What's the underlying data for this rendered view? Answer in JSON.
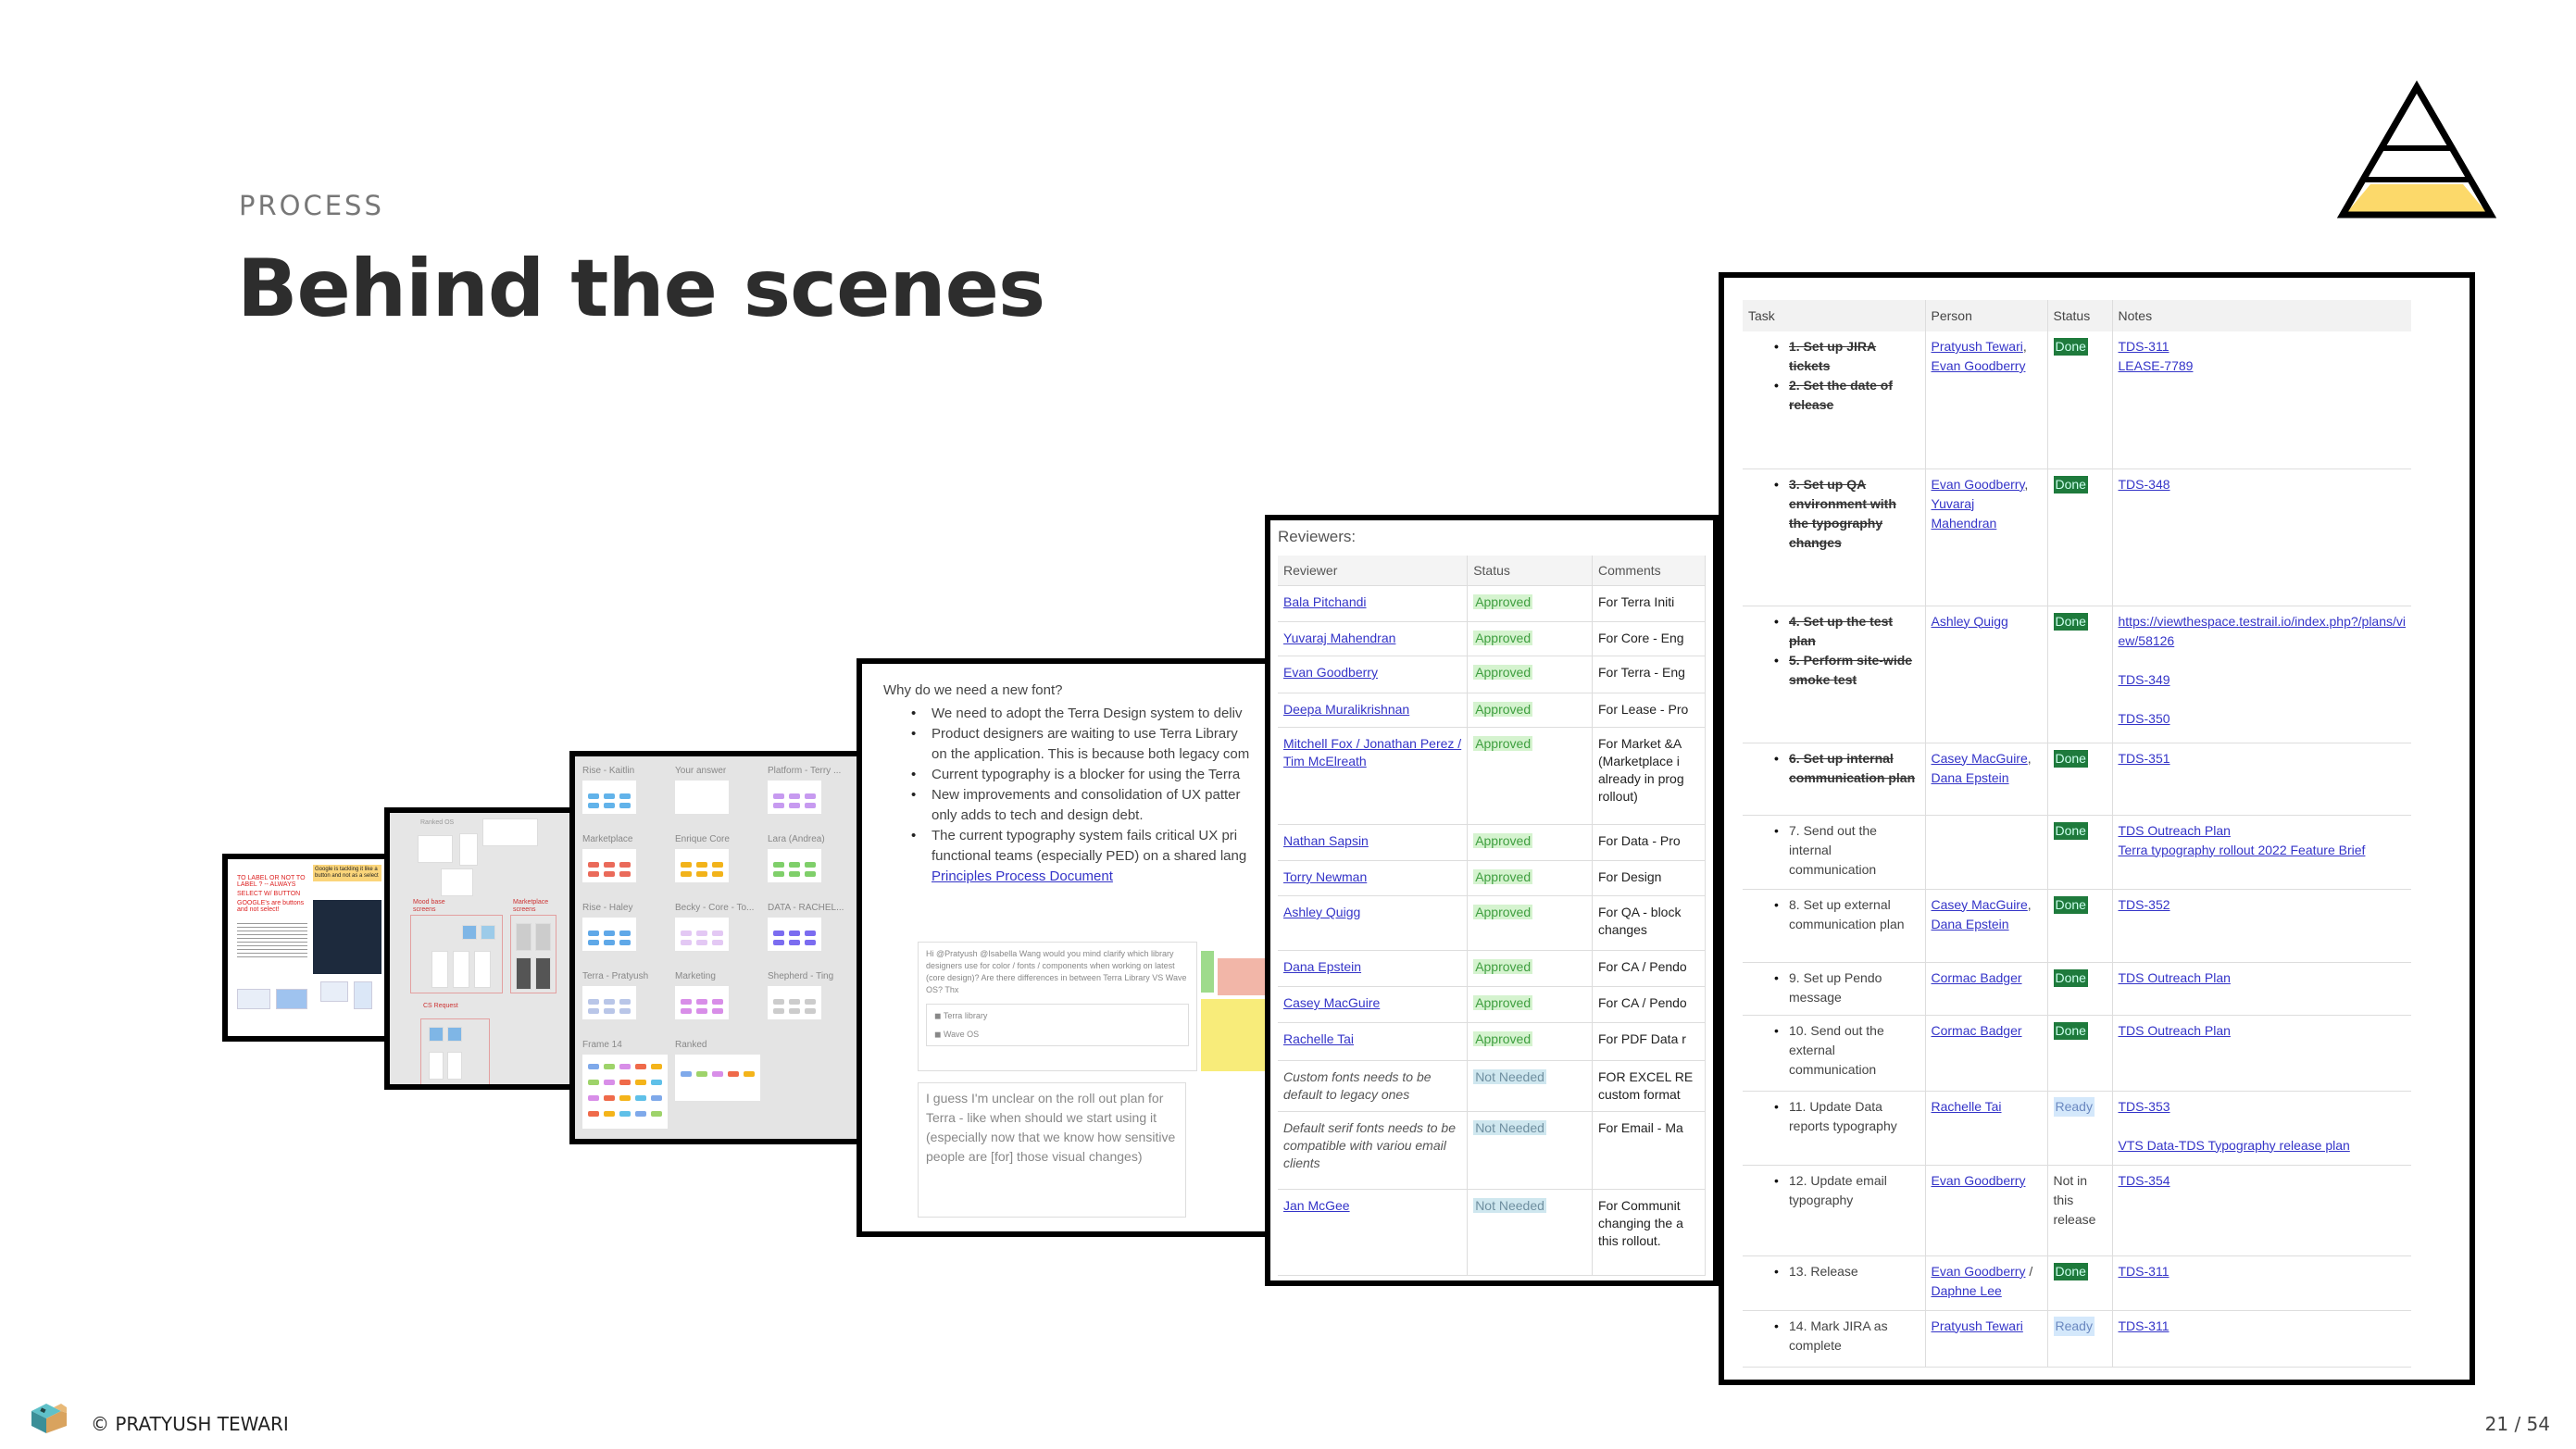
{
  "header": {
    "eyebrow": "PROCESS",
    "title": "Behind the scenes"
  },
  "footer": {
    "copyright": "© PRATYUSH TEWARI",
    "page": "21 / 54"
  },
  "colors": {
    "logo_fill": "#fcd96a",
    "done": "#1e7a3c",
    "ready": "#d4e8fb",
    "approved": "#d5f3cf",
    "not_needed": "#cfe7ef",
    "link": "#3434c8"
  },
  "panel_label_doc": {
    "heading": "TO LABEL OR NOT TO LABEL ? -- ALWAYS",
    "line2": "SELECT W/ BUTTON",
    "line3": "GOOGLE's are buttons and not select!",
    "note": "Google is tackling it like a button and not as a select"
  },
  "panel_sketches": {
    "groups": [
      "Ranked OS",
      "Mood base screens",
      "Marketplace screens",
      "CS Request"
    ]
  },
  "panel_board": {
    "labels": [
      "Rise - Kaitlin",
      "Your answer",
      "Platform - Terry ...",
      "Marketplace",
      "Enrique Core",
      "Lara (Andrea)",
      "Rise - Haley",
      "Becky - Core - To...",
      "DATA - RACHEL...",
      "Terra - Pratyush",
      "Marketing",
      "Shepherd - Ting",
      "Frame 14",
      "Ranked"
    ]
  },
  "font_doc": {
    "question": "Why do we need a new font?",
    "bullets": [
      "We need to adopt the Terra Design system to deliv",
      "Product designers are waiting to use Terra Library on the application. This is because both legacy com",
      "Current typography is a blocker for using the Terra",
      "New improvements and consolidation of UX patter only adds to tech and design debt.",
      "The current typography system fails critical UX pri functional teams (especially PED) on a shared lang"
    ],
    "link": "Principles Process Document",
    "comment1": "Hi @Pratyush @Isabella Wang would you mind clarify which library designers use for color / fonts / components when working on latest (core design)? Are there differences in between Terra Library VS Wave OS? Thx",
    "comment1_items": [
      "Terra library",
      "Wave OS"
    ],
    "comment2": "I guess I'm unclear on the roll out plan for Terra - like when should we start using it (especially now that we know how sensitive people are [for] those visual changes)"
  },
  "reviewers": {
    "caption": "Reviewers:",
    "columns": [
      "Reviewer",
      "Status",
      "Comments"
    ],
    "rows": [
      {
        "name": "Bala Pitchandi",
        "link": true,
        "status": "Approved",
        "comment": "For Terra Initi"
      },
      {
        "name": "Yuvaraj Mahendran",
        "link": true,
        "status": "Approved",
        "comment": "For Core - Eng"
      },
      {
        "name": "Evan Goodberry",
        "link": true,
        "status": "Approved",
        "comment": "For Terra - Eng"
      },
      {
        "name": "Deepa Muralikrishnan",
        "link": true,
        "status": "Approved",
        "comment": "For Lease - Pro"
      },
      {
        "name": "Mitchell Fox / Jonathan Perez / Tim McElreath",
        "link": true,
        "status": "Approved",
        "comment": "For Market &A\n(Marketplace i\nalready in prog\nrollout)"
      },
      {
        "name": "Nathan Sapsin",
        "link": true,
        "status": "Approved",
        "comment": "For Data - Pro"
      },
      {
        "name": "Torry Newman",
        "link": true,
        "status": "Approved",
        "comment": "For Design"
      },
      {
        "name": "Ashley Quigg",
        "link": true,
        "status": "Approved",
        "comment": "For QA - block\nchanges"
      },
      {
        "name": "Dana Epstein",
        "link": true,
        "status": "Approved",
        "comment": "For CA / Pendo"
      },
      {
        "name": "Casey MacGuire",
        "link": true,
        "status": "Approved",
        "comment": "For CA / Pendo"
      },
      {
        "name": "Rachelle Tai",
        "link": true,
        "status": "Approved",
        "comment": "For PDF Data r"
      },
      {
        "name": "Custom fonts needs to be default to legacy ones",
        "link": false,
        "status": "Not Needed",
        "comment": "FOR EXCEL RE\ncustom format"
      },
      {
        "name": "Default serif fonts needs to be compatible with variou email clients",
        "link": false,
        "status": "Not Needed",
        "comment": "For Email - Ma"
      },
      {
        "name": "Jan McGee",
        "link": true,
        "status": "Not Needed",
        "comment": "For Communit\nchanging the a\nthis rollout."
      }
    ]
  },
  "tasks": {
    "columns": [
      "Task",
      "Person",
      "Status",
      "Notes"
    ],
    "rows": [
      {
        "tasks": [
          "1. Set up JIRA tickets",
          "2. Set the date of release"
        ],
        "strike": true,
        "people": [
          "Pratyush Tewari",
          "Evan Goodberry"
        ],
        "status": "Done",
        "notes": [
          "TDS-311",
          "LEASE-7789"
        ]
      },
      {
        "tasks": [
          "3. Set up QA environment with the typography changes"
        ],
        "strike": true,
        "people": [
          "Evan Goodberry",
          "Yuvaraj Mahendran"
        ],
        "status": "Done",
        "notes": [
          "TDS-348"
        ]
      },
      {
        "tasks": [
          "4. Set up the test plan",
          "5. Perform site-wide smoke test"
        ],
        "strike": true,
        "people": [
          "Ashley Quigg"
        ],
        "status": "Done",
        "notes": [
          "https://viewthespace.testrail.io/index.php?/plans/view/58126",
          "TDS-349",
          "TDS-350"
        ]
      },
      {
        "tasks": [
          "6. Set up internal communication plan"
        ],
        "strike": true,
        "people": [
          "Casey MacGuire",
          "Dana Epstein"
        ],
        "status": "Done",
        "notes": [
          "TDS-351"
        ]
      },
      {
        "tasks": [
          "7. Send out the internal communication"
        ],
        "strike": false,
        "people": [],
        "status": "Done",
        "notes": [
          "TDS Outreach Plan",
          "Terra typography rollout 2022 Feature Brief"
        ]
      },
      {
        "tasks": [
          "8. Set up external communication plan"
        ],
        "strike": false,
        "people": [
          "Casey MacGuire",
          "Dana Epstein"
        ],
        "status": "Done",
        "notes": [
          "TDS-352"
        ]
      },
      {
        "tasks": [
          "9. Set up Pendo message"
        ],
        "strike": false,
        "people": [
          "Cormac Badger"
        ],
        "status": "Done",
        "notes": [
          "TDS Outreach Plan"
        ]
      },
      {
        "tasks": [
          "10. Send out the external communication"
        ],
        "strike": false,
        "people": [
          "Cormac Badger"
        ],
        "status": "Done",
        "notes": [
          "TDS Outreach Plan"
        ]
      },
      {
        "tasks": [
          "11. Update Data reports typography"
        ],
        "strike": false,
        "people": [
          "Rachelle Tai"
        ],
        "status": "Ready",
        "notes": [
          "TDS-353",
          "VTS Data-TDS Typography release plan"
        ]
      },
      {
        "tasks": [
          "12. Update email typography"
        ],
        "strike": false,
        "people": [
          "Evan Goodberry"
        ],
        "status": "Not in this release",
        "notes": [
          "TDS-354"
        ]
      },
      {
        "tasks": [
          "13. Release"
        ],
        "strike": false,
        "people": [
          "Evan Goodberry",
          "Daphne Lee"
        ],
        "status": "Done",
        "notes": [
          "TDS-311"
        ]
      },
      {
        "tasks": [
          "14. Mark JIRA as complete"
        ],
        "strike": false,
        "people": [
          "Pratyush Tewari"
        ],
        "status": "Ready",
        "notes": [
          "TDS-311"
        ]
      }
    ]
  }
}
